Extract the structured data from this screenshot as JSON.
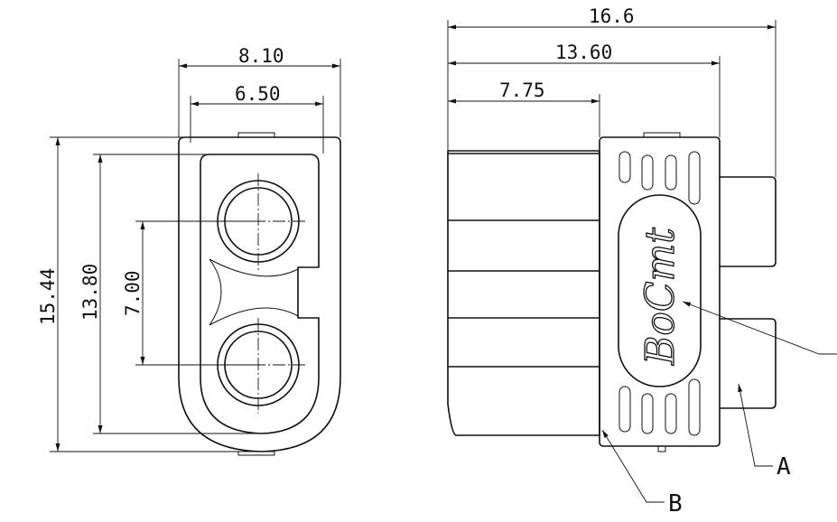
{
  "dimensions": {
    "front_total_width": "8.10",
    "front_inner_width": "6.50",
    "front_total_height": "15.44",
    "front_inner_height": "13.80",
    "pin_pitch": "7.00",
    "side_total_length": "16.6",
    "side_body_length": "13.60",
    "side_housing_length": "7.75"
  },
  "labels": {
    "callout_a": "A",
    "callout_b": "B",
    "brand_logo": "BoCmt"
  },
  "icons": {
    "pin_crosshair": "crosshair",
    "grip_slots": "slot"
  }
}
